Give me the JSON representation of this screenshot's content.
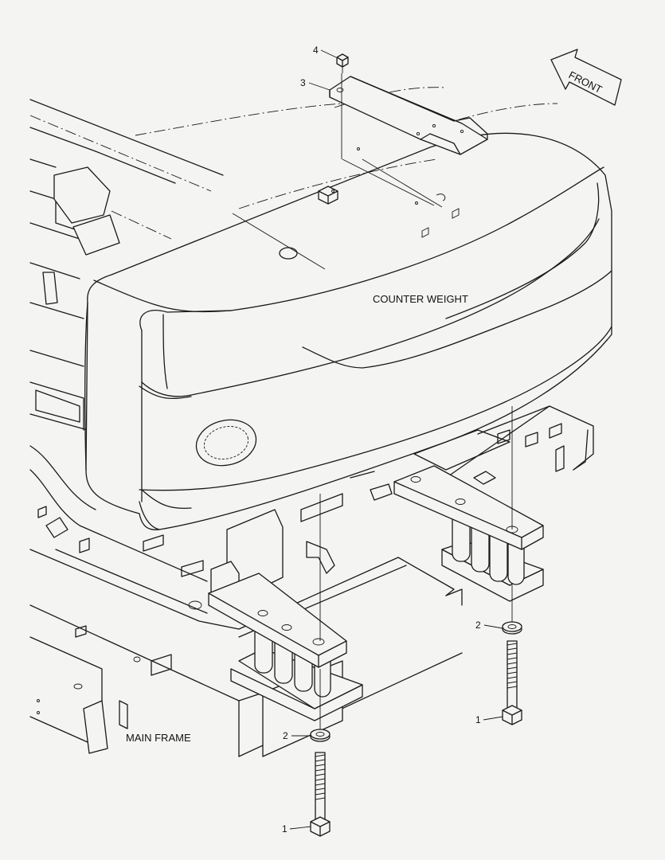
{
  "labels": {
    "counter_weight": "COUNTER WEIGHT",
    "main_frame": "MAIN FRAME",
    "front": "FRONT"
  },
  "callouts": {
    "bolt_left": "1",
    "bolt_right": "1",
    "washer_left": "2",
    "washer_right": "2",
    "plate": "3",
    "screw": "4"
  }
}
